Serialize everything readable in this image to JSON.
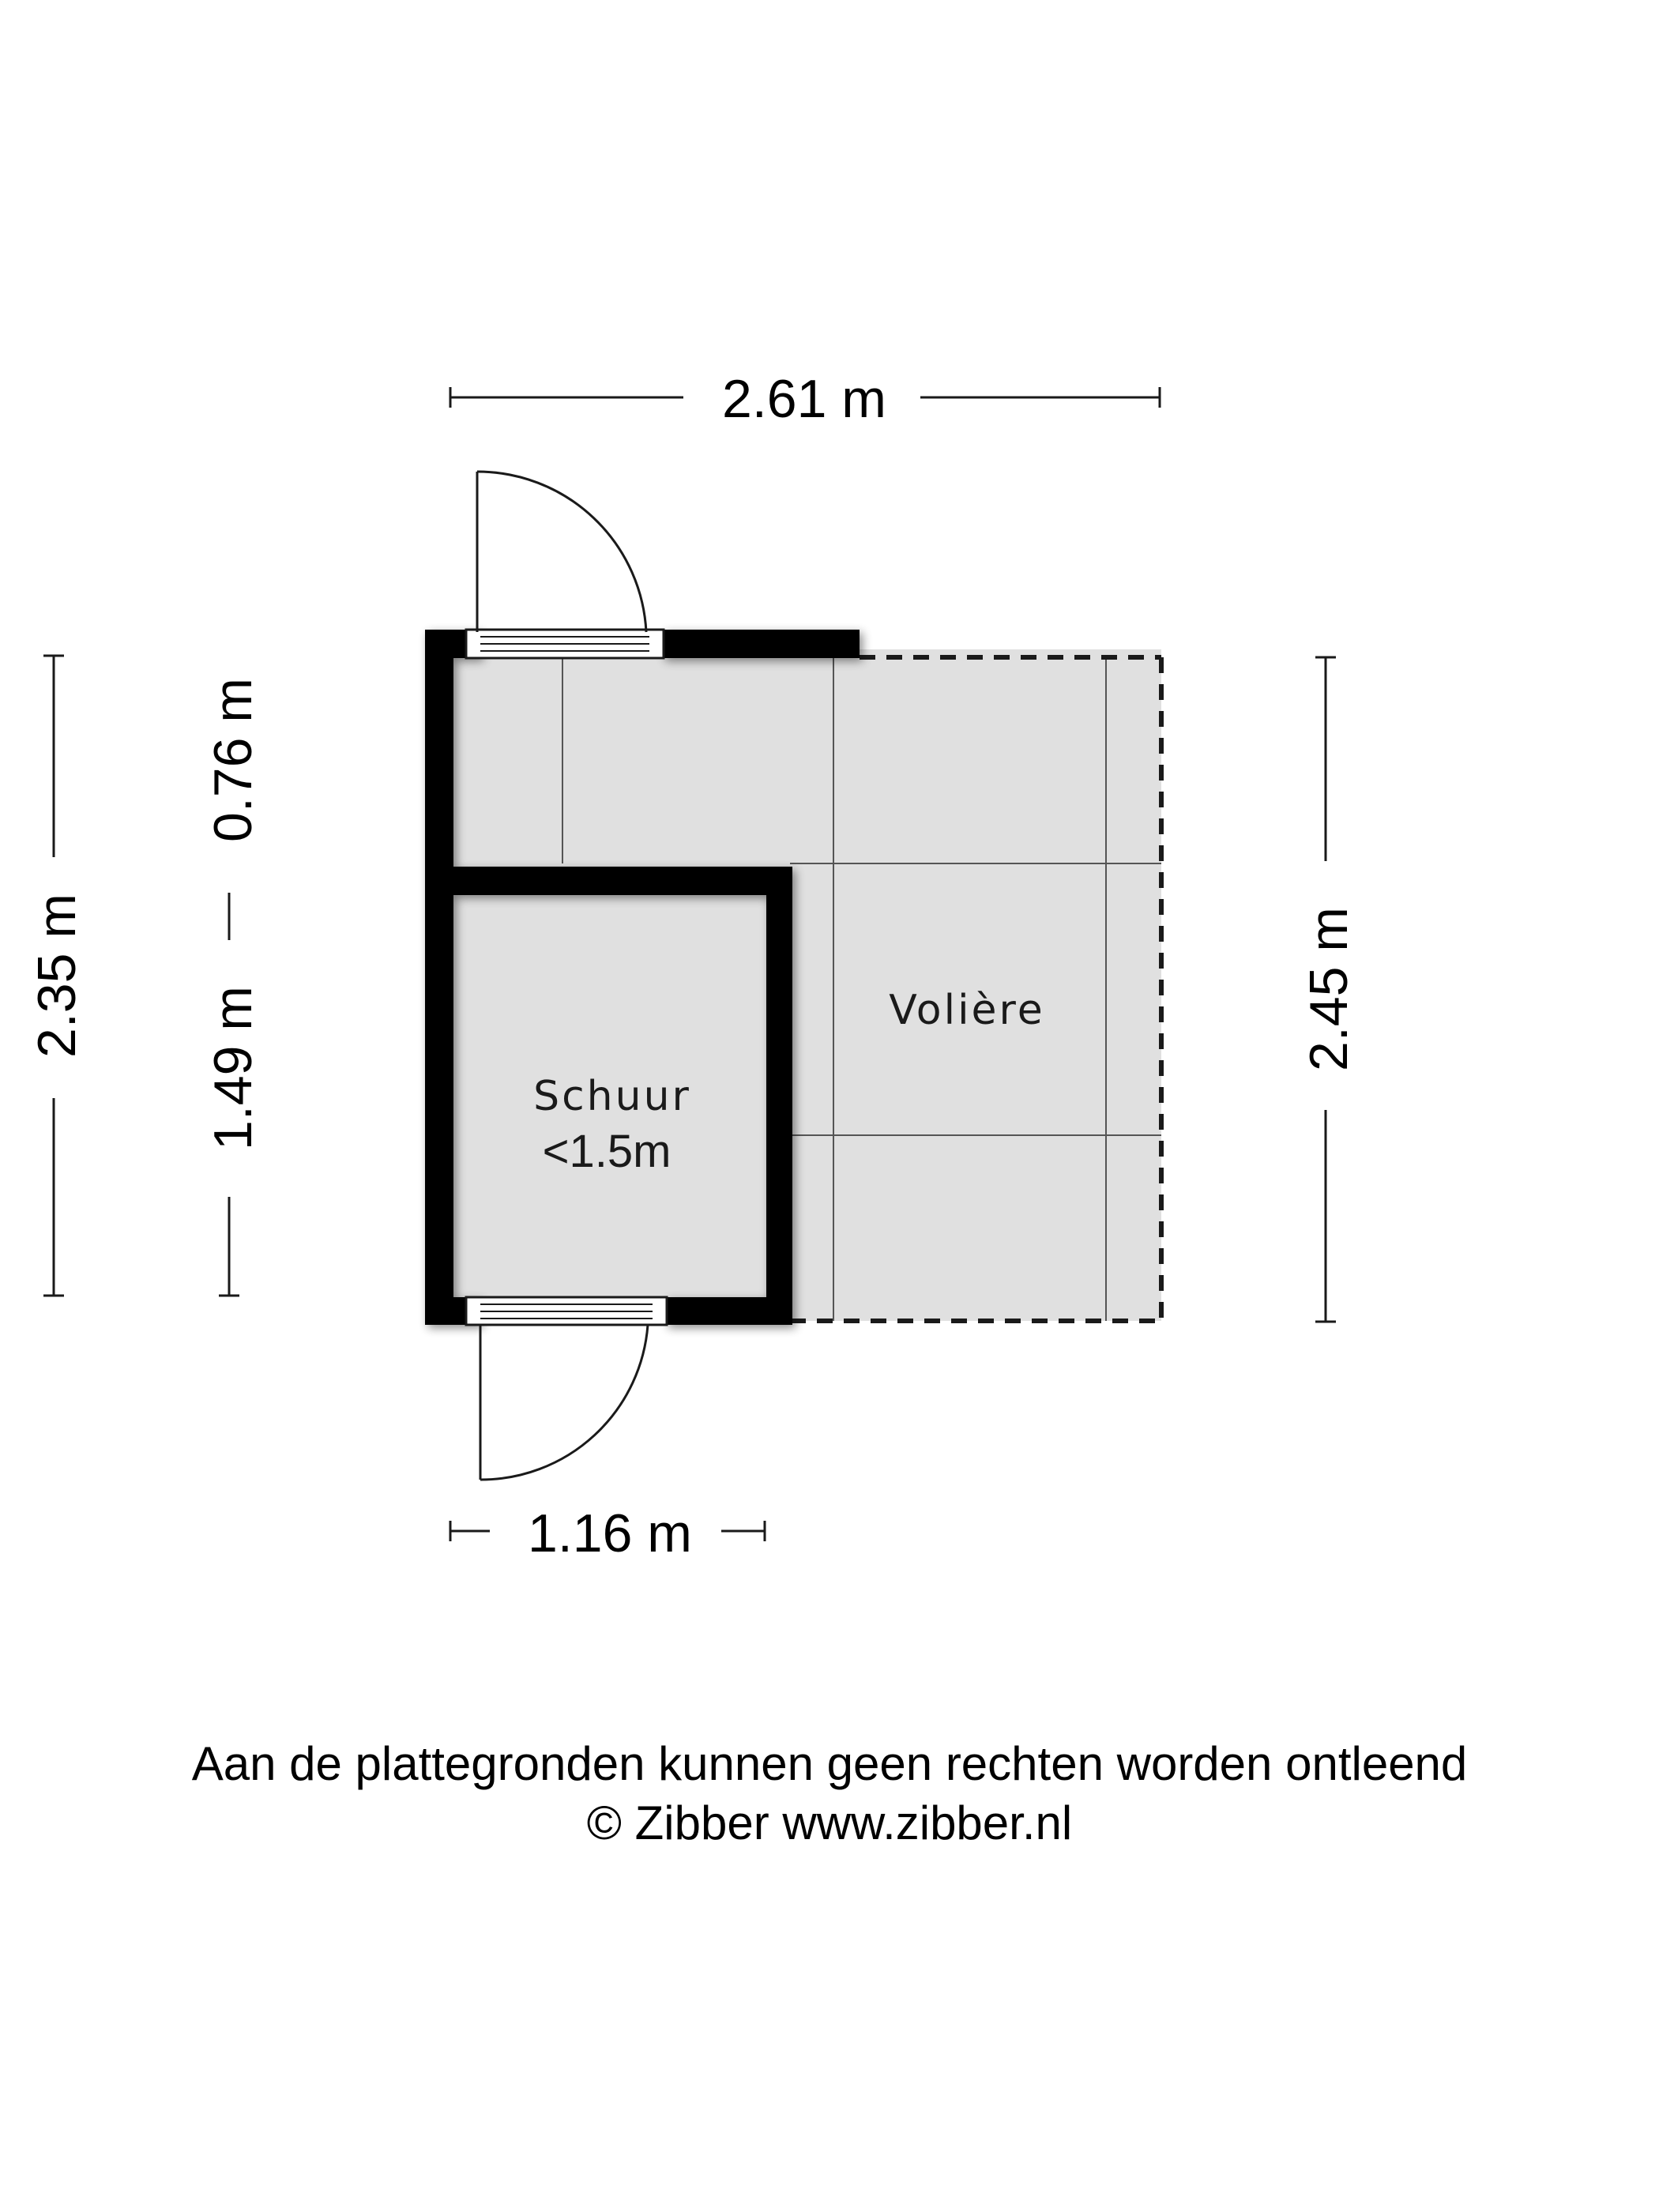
{
  "plan": {
    "rooms": [
      {
        "name": "Schuur",
        "note": "<1.5m"
      },
      {
        "name": "Volière"
      }
    ],
    "dimensions": {
      "top_width": "2.61 m",
      "bottom_width": "1.16 m",
      "left_outer_height": "2.35 m",
      "left_upper_height": "0.76 m",
      "left_lower_height": "1.49 m",
      "right_height": "2.45 m"
    },
    "colors": {
      "floor": "#e0e0e0",
      "wall": "#000000",
      "lines": "#1a1a1a",
      "background": "#ffffff"
    }
  },
  "footer": {
    "disclaimer": "Aan de plattegronden kunnen geen rechten worden ontleend",
    "copyright": "© Zibber www.zibber.nl"
  }
}
